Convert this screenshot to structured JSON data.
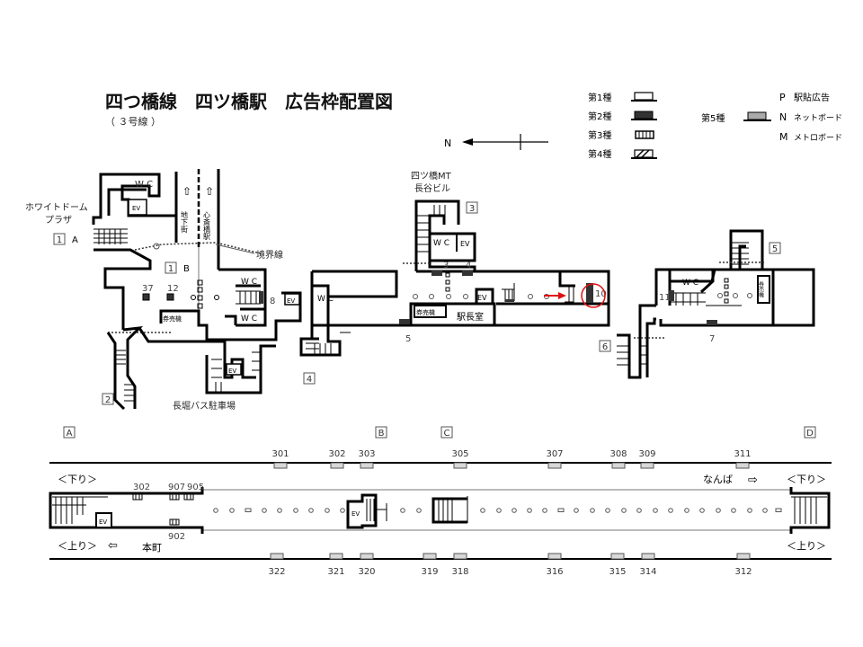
{
  "header": {
    "title": "四つ橋線　四ツ橋駅　広告枠配置図",
    "subtitle": "（ ３号線 ）",
    "north": "N"
  },
  "legend": {
    "types": [
      {
        "label": "第1種",
        "icon": "white-frame-icon"
      },
      {
        "label": "第2種",
        "icon": "black-frame-icon"
      },
      {
        "label": "第3種",
        "icon": "striped-frame-icon"
      },
      {
        "label": "第4種",
        "icon": "hatched-frame-icon"
      }
    ],
    "type5": {
      "label": "第5種",
      "icon": "gray-frame-icon"
    },
    "codes": [
      {
        "code": "P",
        "label": "駅貼広告"
      },
      {
        "code": "N",
        "label": "ネットボード"
      },
      {
        "code": "M",
        "label": "メトロボード"
      }
    ]
  },
  "concourse": {
    "labels": {
      "white_dome": "ホワイトドーム",
      "plaza": "プラザ",
      "underground": "地下街",
      "shinsaibashi": "心斎橋駅",
      "boundary": "境界線",
      "bus_parking": "長堀バス駐車場",
      "building_line1": "四ツ橋MT",
      "building_line2": "長谷ビル",
      "wc": "W C",
      "ev": "EV",
      "ticket": "券売機",
      "office": "駅長室"
    },
    "exits": [
      {
        "num": "1",
        "letter": "A"
      },
      {
        "num": "1",
        "letter": "B"
      },
      {
        "num": "2"
      },
      {
        "num": "3"
      },
      {
        "num": "4"
      },
      {
        "num": "5"
      },
      {
        "num": "6"
      }
    ],
    "ad_numbers": [
      "37",
      "12",
      "8",
      "3",
      "4",
      "5",
      "10",
      "11",
      "7"
    ]
  },
  "platform": {
    "stations": [
      "A",
      "B",
      "C",
      "D"
    ],
    "top_ads": [
      "301",
      "302",
      "303",
      "305",
      "307",
      "308",
      "309",
      "311"
    ],
    "bottom_ads": [
      "322",
      "321",
      "320",
      "319",
      "318",
      "316",
      "315",
      "314",
      "312"
    ],
    "inner_ads_top": [
      "302",
      "907",
      "905"
    ],
    "inner_ads_bottom": [
      "902"
    ],
    "down_label": "＜下り＞",
    "up_label": "＜上り＞",
    "down_dest": "なんば",
    "up_dest": "本町",
    "ev": "EV"
  },
  "colors": {
    "highlight": "#e01010",
    "ad_gray": "#d8d8d8",
    "ad_dark": "#333333"
  }
}
